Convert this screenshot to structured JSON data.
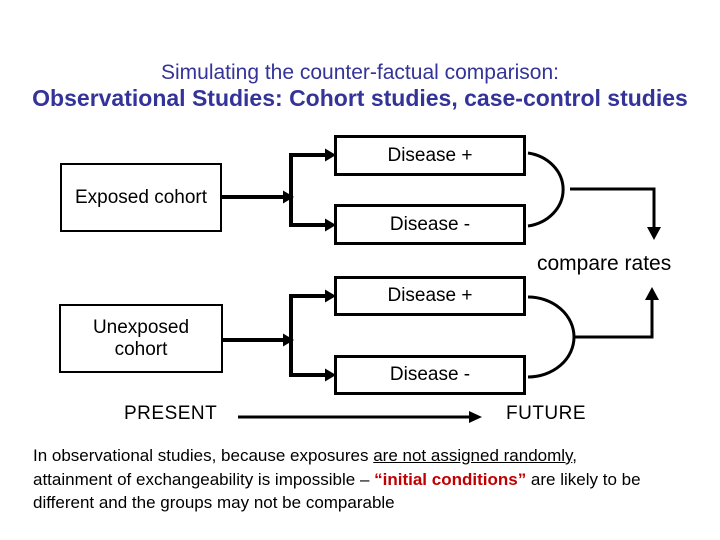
{
  "title": {
    "line1": "Simulating the counter-factual comparison:",
    "line2": "Observational Studies: Cohort studies, case-control studies",
    "color": "#333399"
  },
  "diagram": {
    "exposed_cohort": "Exposed cohort",
    "unexposed_cohort": "Unexposed cohort",
    "exposed_disease_pos": "Disease +",
    "exposed_disease_neg": "Disease -",
    "unexposed_disease_pos": "Disease +",
    "unexposed_disease_neg": "Disease -",
    "compare_rates": "compare rates",
    "present": "PRESENT",
    "future": "FUTURE",
    "line_color": "#000000"
  },
  "footer": {
    "line1_prefix": "In observational studies, because exposures ",
    "line1_underlined": "are not assigned randomly",
    "line1_suffix": ",",
    "line2_prefix": "attainment of exchangeability is impossible – ",
    "line2_highlight": "“initial conditions”",
    "line2_suffix": " are likely to be",
    "line3": "different and the groups may not be comparable",
    "highlight_color": "#c00000"
  }
}
